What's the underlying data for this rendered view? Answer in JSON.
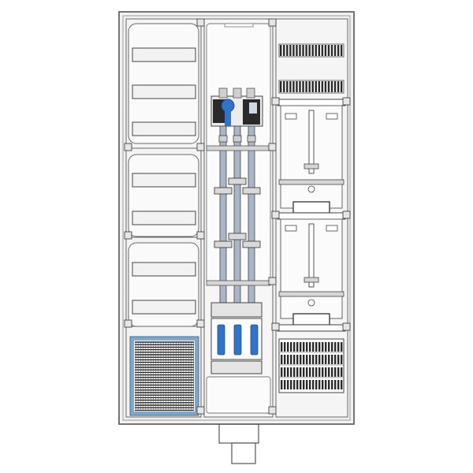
{
  "diagram": {
    "kind": "electrical meter cabinet elevation",
    "colors": {
      "background": "#ffffff",
      "cabinet_fill": "#f1f1f1",
      "panel_fill": "#f6f6f6",
      "outline": "#555555",
      "dark": "#2a2a2a",
      "terminal_blue": "#2f74c8",
      "vent_frame": "#7fa7c9",
      "busbar": "#a9b6c7",
      "rail": "#d6d6d6"
    },
    "left_column": {
      "sections": 3,
      "label_strips_per_section": [
        3,
        2,
        2
      ],
      "ventilation_grille": true
    },
    "center_column": {
      "main_switch": true,
      "busbar_phases": 3,
      "fuse_holders": 3,
      "blue_terminals": 3
    },
    "right_column": {
      "top_terminal_rows": 2,
      "meter_boards": 2,
      "bottom_terminal_block": true
    },
    "cable_entry_gland": true
  }
}
